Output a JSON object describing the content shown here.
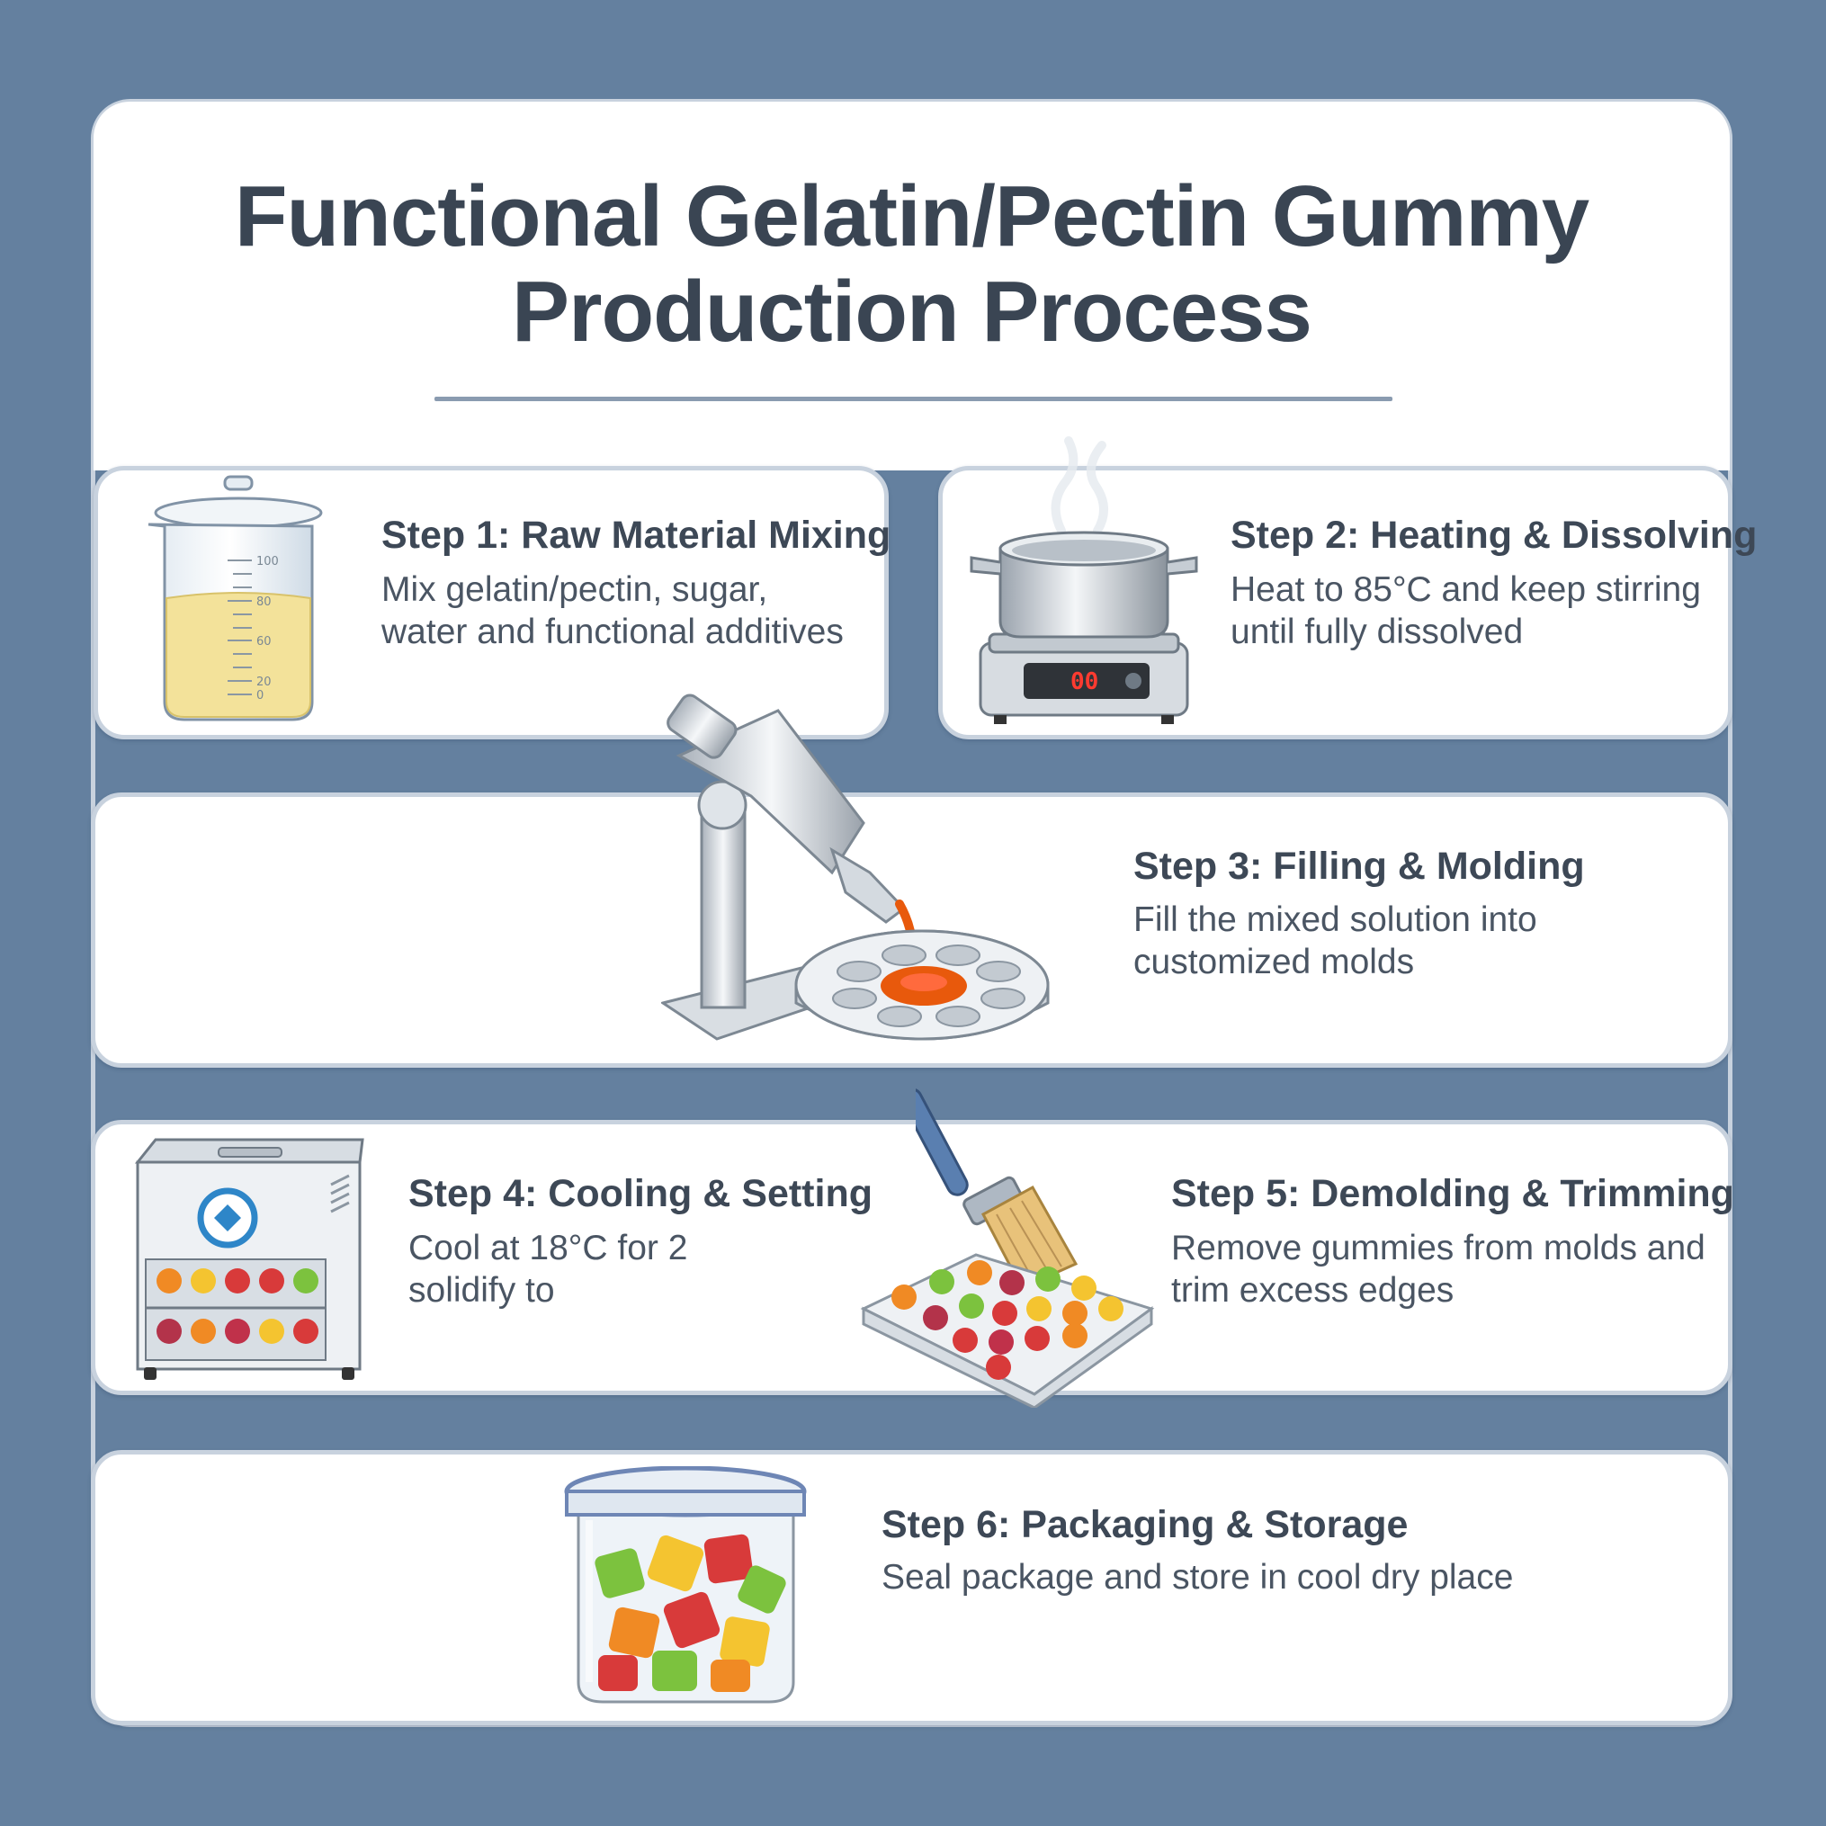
{
  "title": {
    "line1": "Functional Gelatin/Pectin Gummy",
    "line2": "Production Process"
  },
  "steps": [
    {
      "title": "Step 1: Raw Material Mixing",
      "desc": "Mix gelatin/pectin, sugar,\nwater and functional additives"
    },
    {
      "title": "Step 2: Heating & Dissolving",
      "desc": "Heat to 85°C and keep stirring\nuntil fully dissolved"
    },
    {
      "title": "Step 3: Filling & Molding",
      "desc": "Fill the mixed solution into\ncustomized molds"
    },
    {
      "title": "Step 4: Cooling & Setting",
      "desc": "Cool at 18°C for 2\nsolidify to"
    },
    {
      "title": "Step 5: Demolding & Trimming",
      "desc": "Remove gummies from molds and\ntrim excess edges"
    },
    {
      "title": "Step 6: Packaging & Storage",
      "desc": "Seal package and store in cool dry place"
    }
  ],
  "beaker": {
    "marks": [
      "100",
      "80",
      "60",
      "20",
      "0"
    ]
  },
  "heater": {
    "display": "00"
  },
  "colors": {
    "background": "#64809f",
    "title": "#3a4553",
    "panel_border": "#c8d2de",
    "liquid": "#f3e29a",
    "syrup": "#e8590c",
    "gummy_red": "#d83a3a",
    "gummy_orange": "#f08a24",
    "gummy_green": "#7cc23e",
    "gummy_yellow": "#f4c430"
  },
  "icons": [
    "beaker-icon",
    "cooking-pot-icon",
    "filling-machine-icon",
    "cooler-icon",
    "brush-icon",
    "mold-tray-icon",
    "jar-icon"
  ]
}
